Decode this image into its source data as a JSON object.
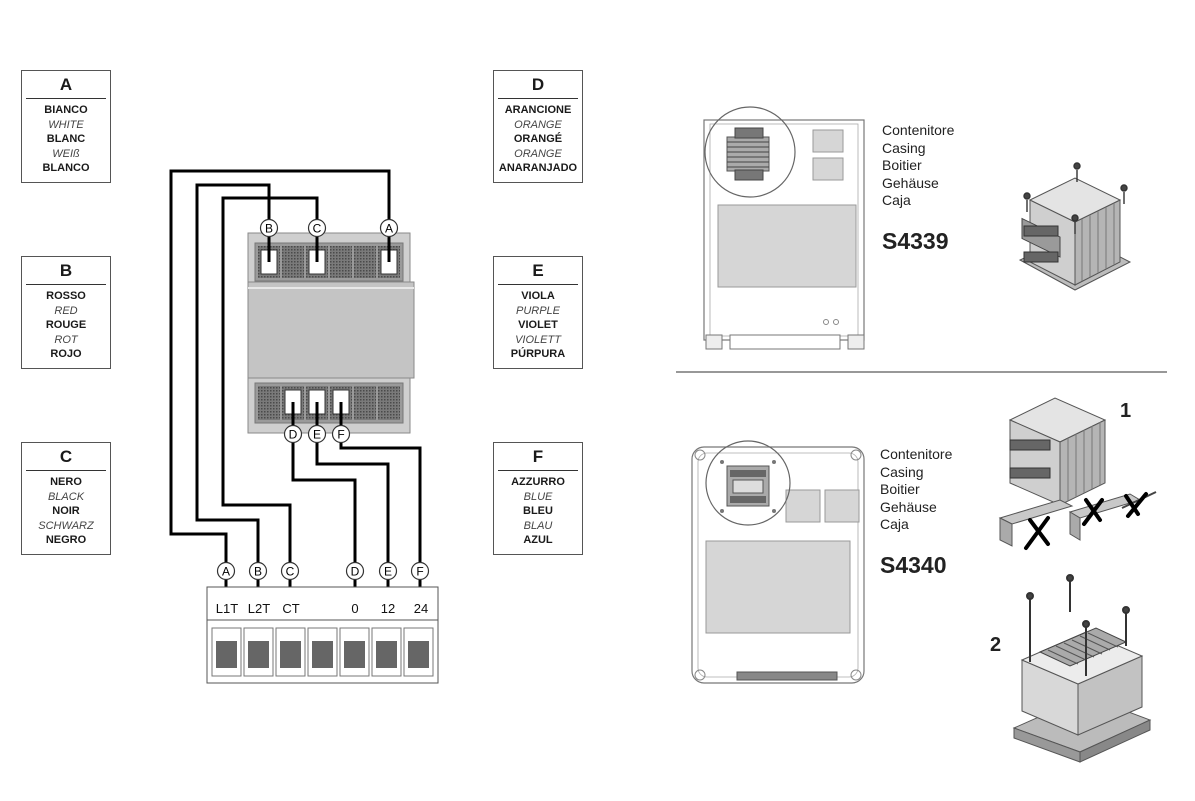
{
  "legend": [
    {
      "letter": "A",
      "lines": [
        {
          "text": "BIANCO",
          "style": "b"
        },
        {
          "text": "WHITE",
          "style": "i"
        },
        {
          "text": "BLANC",
          "style": "b"
        },
        {
          "text": "WEIß",
          "style": "i"
        },
        {
          "text": "BLANCO",
          "style": "b"
        }
      ]
    },
    {
      "letter": "B",
      "lines": [
        {
          "text": "ROSSO",
          "style": "b"
        },
        {
          "text": "RED",
          "style": "i"
        },
        {
          "text": "ROUGE",
          "style": "b"
        },
        {
          "text": "ROT",
          "style": "i"
        },
        {
          "text": "ROJO",
          "style": "b"
        }
      ]
    },
    {
      "letter": "C",
      "lines": [
        {
          "text": "NERO",
          "style": "b"
        },
        {
          "text": "BLACK",
          "style": "i"
        },
        {
          "text": "NOIR",
          "style": "b"
        },
        {
          "text": "SCHWARZ",
          "style": "i"
        },
        {
          "text": "NEGRO",
          "style": "b"
        }
      ]
    },
    {
      "letter": "D",
      "lines": [
        {
          "text": "ARANCIONE",
          "style": "b"
        },
        {
          "text": "ORANGE",
          "style": "i"
        },
        {
          "text": "ORANGÉ",
          "style": "b"
        },
        {
          "text": "ORANGE",
          "style": "i"
        },
        {
          "text": "ANARANJADO",
          "style": "b"
        }
      ]
    },
    {
      "letter": "E",
      "lines": [
        {
          "text": "VIOLA",
          "style": "b"
        },
        {
          "text": "PURPLE",
          "style": "i"
        },
        {
          "text": "VIOLET",
          "style": "b"
        },
        {
          "text": "VIOLETT",
          "style": "i"
        },
        {
          "text": "PÚRPURA",
          "style": "b"
        }
      ]
    },
    {
      "letter": "F",
      "lines": [
        {
          "text": "AZZURRO",
          "style": "b"
        },
        {
          "text": "BLUE",
          "style": "i"
        },
        {
          "text": "BLEU",
          "style": "b"
        },
        {
          "text": "BLAU",
          "style": "i"
        },
        {
          "text": "AZUL",
          "style": "b"
        }
      ]
    }
  ],
  "transformer": {
    "top_markers": [
      "B",
      "C",
      "A"
    ],
    "bottom_markers": [
      "D",
      "E",
      "F"
    ]
  },
  "terminal_block": {
    "markers": [
      "A",
      "B",
      "C",
      "D",
      "E",
      "F"
    ],
    "labels": [
      "L1T",
      "L2T",
      "CT",
      "0",
      "12",
      "24"
    ]
  },
  "casing_labels": [
    "Contenitore",
    "Casing",
    "Boitier",
    "Gehäuse",
    "Caja"
  ],
  "models": {
    "top": "S4339",
    "bottom": "S4340"
  },
  "steps": [
    "1",
    "2"
  ],
  "colors": {
    "wire": "#000000",
    "transformer_body": "#c8c8c8",
    "terminal_dark": "#666666",
    "board_grey": "#d2d2d2",
    "line": "#555555"
  }
}
